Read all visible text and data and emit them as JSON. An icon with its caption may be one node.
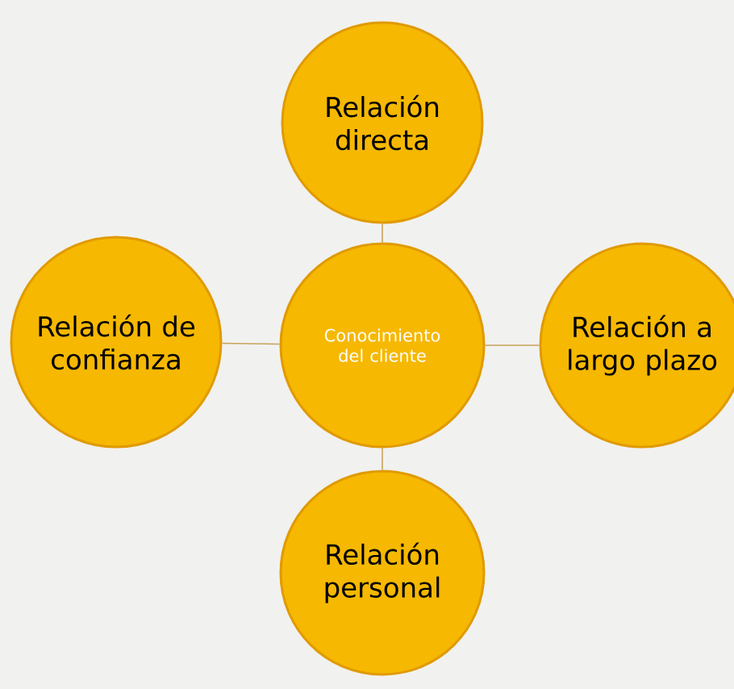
{
  "diagram": {
    "nodes": [
      {
        "text": [
          "Conocimiento del cliente"
        ]
      },
      {
        "text": [
          "Relación directa"
        ]
      },
      {
        "text": [
          "Relación de confianza"
        ]
      },
      {
        "text": [
          "Relación a largo plazo"
        ]
      },
      {
        "text": [
          "Relación personal"
        ]
      }
    ],
    "edges": [
      {
        "from": 0,
        "to": 1,
        "arrow": "none"
      },
      {
        "from": 0,
        "to": 2,
        "arrow": "none"
      },
      {
        "from": 0,
        "to": 3,
        "arrow": "none"
      },
      {
        "from": 0,
        "to": 4,
        "arrow": "none"
      }
    ]
  }
}
